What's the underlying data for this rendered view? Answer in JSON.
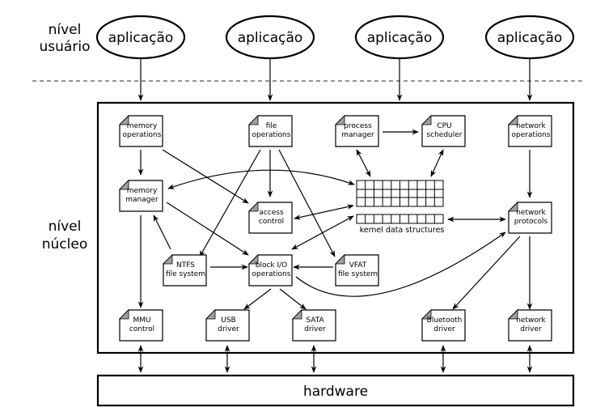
{
  "levels": {
    "user": [
      "nível",
      "usuário"
    ],
    "kernel": [
      "nível",
      "núcleo"
    ]
  },
  "applications": [
    "aplicação",
    "aplicação",
    "aplicação",
    "aplicação"
  ],
  "hardware_label": "hardware",
  "components": {
    "memory_operations": [
      "memory",
      "operations"
    ],
    "file_operations": [
      "file",
      "operations"
    ],
    "process_manager": [
      "process",
      "manager"
    ],
    "cpu_scheduler": [
      "CPU",
      "scheduler"
    ],
    "network_operations": [
      "network",
      "operations"
    ],
    "memory_manager": [
      "memory",
      "manager"
    ],
    "access_control": [
      "access",
      "control"
    ],
    "network_protocols": [
      "network",
      "protocols"
    ],
    "ntfs": [
      "NTFS",
      "file system"
    ],
    "block_io": [
      "block I/O",
      "operations"
    ],
    "vfat": [
      "VFAT",
      "file system"
    ],
    "mmu": [
      "MMU",
      "control"
    ],
    "usb": [
      "USB",
      "driver"
    ],
    "sata": [
      "SATA",
      "driver"
    ],
    "bluetooth": [
      "Bluetooth",
      "driver"
    ],
    "network_driver": [
      "network",
      "driver"
    ]
  },
  "kernel_data_structures_label": "kernel data structures",
  "colors": {
    "line": "#000000",
    "corner": "#a0a0a0",
    "dash": "#555555"
  }
}
